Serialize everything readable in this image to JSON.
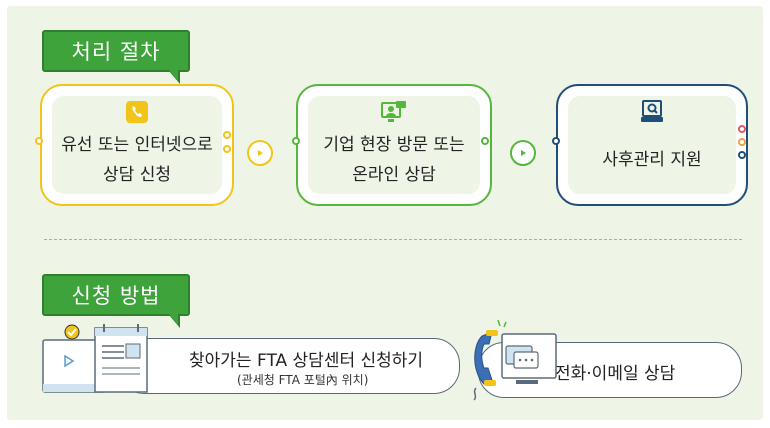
{
  "process": {
    "title": "처리 절차",
    "steps": [
      {
        "line1": "유선 또는 인터넷으로",
        "line2": "상담 신청",
        "icon": "phone-icon",
        "color": "#f2c318"
      },
      {
        "line1": "기업 현장 방문 또는",
        "line2": "온라인 상담",
        "icon": "video-consult-icon",
        "color": "#55b73c"
      },
      {
        "line1": "사후관리 지원",
        "line2": "",
        "icon": "monitor-search-icon",
        "color": "#1f4e79"
      }
    ]
  },
  "method": {
    "title": "신청 방법",
    "items": [
      {
        "line1": "찾아가는 FTA 상담센터 신청하기",
        "line2": "(관세청 FTA 포털內 위치)",
        "icon": "computer-document-icon"
      },
      {
        "line1": "전화·이메일 상담",
        "icon": "telephone-chat-icon"
      }
    ]
  },
  "colors": {
    "panel": "#eef5e6",
    "badge": "#3da33a",
    "yellow": "#f2c318",
    "green": "#55b73c",
    "navy": "#1f4e79",
    "red": "#e35a5a",
    "orange": "#f0a03c"
  }
}
